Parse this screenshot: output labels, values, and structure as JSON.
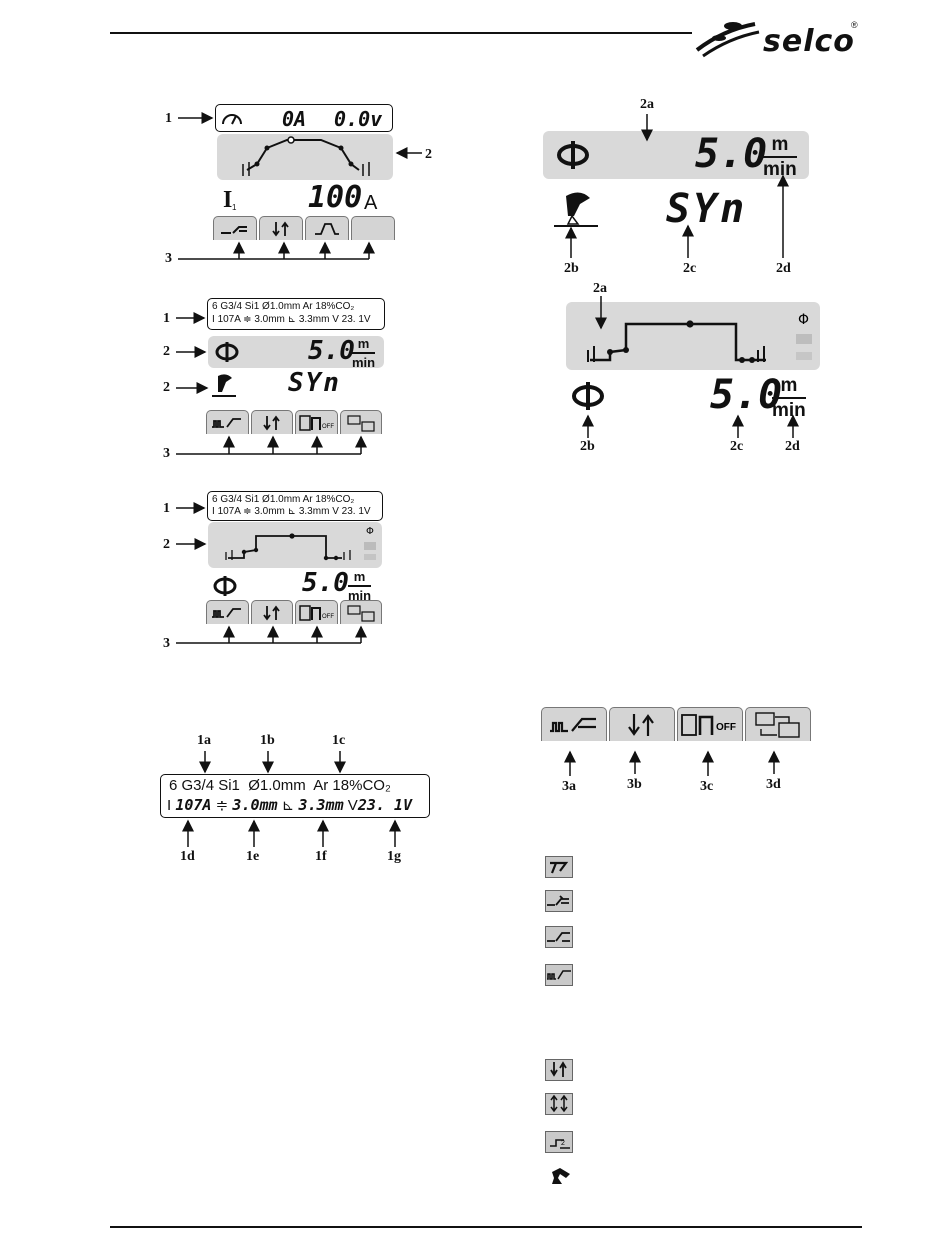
{
  "brand": {
    "name": "selco",
    "reg": "®"
  },
  "fig1": {
    "callouts": [
      "1",
      "2",
      "3"
    ],
    "meter": {
      "current": "0A",
      "voltage": "0.0v"
    },
    "param": {
      "symbol": "I",
      "sub": "1",
      "value": "100",
      "unit": "A"
    }
  },
  "fig2": {
    "callouts": [
      "1",
      "2",
      "2",
      "3"
    ],
    "info_line1": {
      "prog": "6",
      "material": "G3/4 Si1",
      "wire": "Ø1.0mm",
      "gas": "Ar 18%CO₂"
    },
    "info_line2": {
      "i_label": "I",
      "i_val": "107A",
      "thk_val": "3.0mm",
      "fillet_val": "3.3mm",
      "v_label": "V",
      "v_val": "23. 1V"
    },
    "speed": {
      "value": "5.0",
      "unit_top": "m",
      "unit_bottom": "min"
    },
    "mode": "SYn"
  },
  "fig3": {
    "callouts": [
      "1",
      "2",
      "3"
    ],
    "speed": {
      "value": "5.0",
      "unit_top": "m",
      "unit_bottom": "min"
    }
  },
  "fig4": {
    "callouts_top": [
      "1a",
      "1b",
      "1c"
    ],
    "callouts_bottom": [
      "1d",
      "1e",
      "1f",
      "1g"
    ],
    "line1": {
      "prog": "6",
      "material": "G3/4 Si1",
      "wire": "Ø1.0mm",
      "gas": "Ar 18%CO₂"
    },
    "line2": {
      "i_label": "I",
      "i_val": "107A",
      "thk_val": "3.0mm",
      "fillet_val": "3.3mm",
      "v_label": "V",
      "v_val": "23. 1V"
    }
  },
  "fig5": {
    "callouts": [
      "2a",
      "2b",
      "2c",
      "2d"
    ],
    "speed": {
      "value": "5.0",
      "unit_top": "m",
      "unit_bottom": "min"
    },
    "mode": "SYn"
  },
  "fig6": {
    "callouts": [
      "2a",
      "2b",
      "2c",
      "2d"
    ],
    "speed": {
      "value": "5.0",
      "unit_top": "m",
      "unit_bottom": "min"
    }
  },
  "fig7": {
    "callouts": [
      "3a",
      "3b",
      "3c",
      "3d"
    ],
    "off_label": "OFF"
  },
  "icon_list": {
    "process": [
      "torch-icon",
      "manual-torch-icon",
      "torch-feed-icon",
      "pulse-torch-icon"
    ],
    "trigger": [
      "2t-icon",
      "4t-icon",
      "bilevel-icon",
      "robot-icon"
    ]
  }
}
